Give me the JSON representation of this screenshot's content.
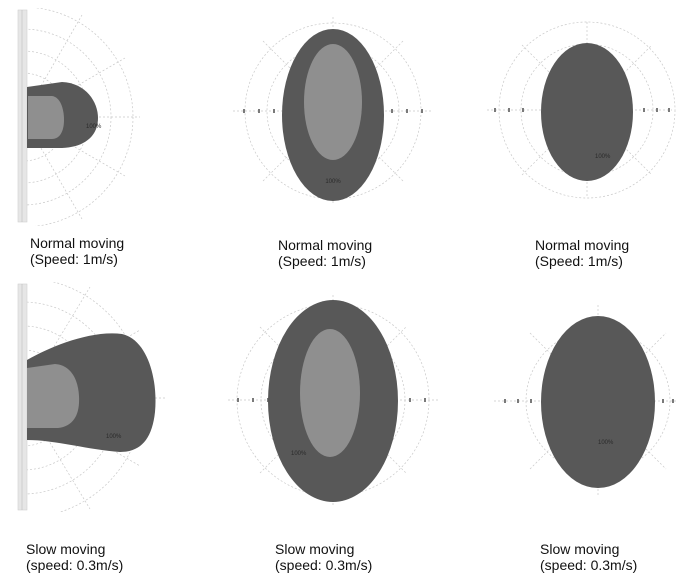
{
  "figure": {
    "colors": {
      "outer_zone": "#585858",
      "inner_zone": "#8f8f8f",
      "grid": "#c8c8c8",
      "wall": "#e6e6e6",
      "label": "#2a2a2a"
    },
    "zone_label": "100%",
    "panels": [
      {
        "caption_line1": "Normal moving",
        "caption_line2": "(Speed: 1m/s)"
      },
      {
        "caption_line1": "Normal moving",
        "caption_line2": "(Speed: 1m/s)"
      },
      {
        "caption_line1": "Normal moving",
        "caption_line2": "(Speed: 1m/s)"
      },
      {
        "caption_line1": "Slow moving",
        "caption_line2": "(speed: 0.3m/s)"
      },
      {
        "caption_line1": "Slow moving",
        "caption_line2": "(speed: 0.3m/s)"
      },
      {
        "caption_line1": "Slow moving",
        "caption_line2": "(speed: 0.3m/s)"
      }
    ]
  }
}
